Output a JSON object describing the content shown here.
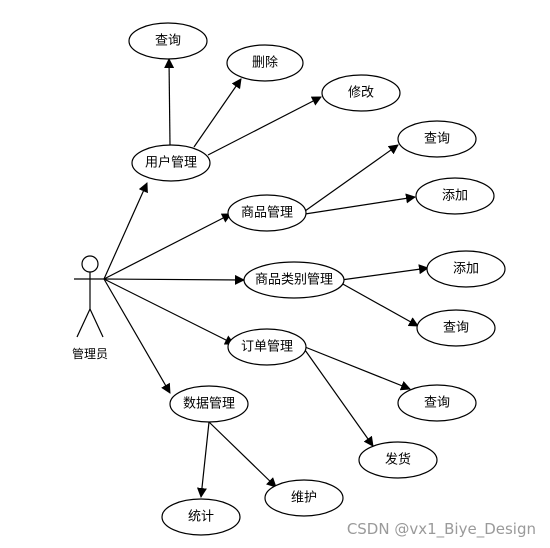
{
  "diagram": {
    "actor": {
      "label": "管理员"
    },
    "use_cases": {
      "user_mgmt": "用户管理",
      "user_query": "查询",
      "user_delete": "删除",
      "user_edit": "修改",
      "goods_mgmt": "商品管理",
      "goods_query": "查询",
      "goods_add": "添加",
      "category_mgmt": "商品类别管理",
      "category_add": "添加",
      "category_query": "查询",
      "order_mgmt": "订单管理",
      "order_query": "查询",
      "order_ship": "发货",
      "data_mgmt": "数据管理",
      "data_stats": "统计",
      "data_maintain": "维护"
    }
  },
  "watermark": "CSDN @vx1_Biye_Design"
}
